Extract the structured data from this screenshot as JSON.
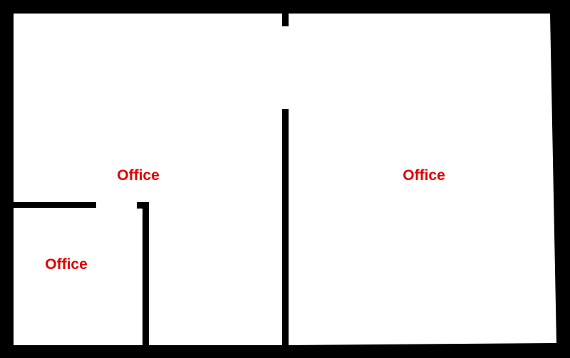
{
  "floor_plan": {
    "wall_color": "#000000",
    "floor_color": "#ffffff",
    "label_color": "#e00000",
    "rooms": [
      {
        "id": "room-left-upper",
        "label": "Office"
      },
      {
        "id": "room-right",
        "label": "Office"
      },
      {
        "id": "room-left-lower",
        "label": "Office"
      }
    ]
  }
}
